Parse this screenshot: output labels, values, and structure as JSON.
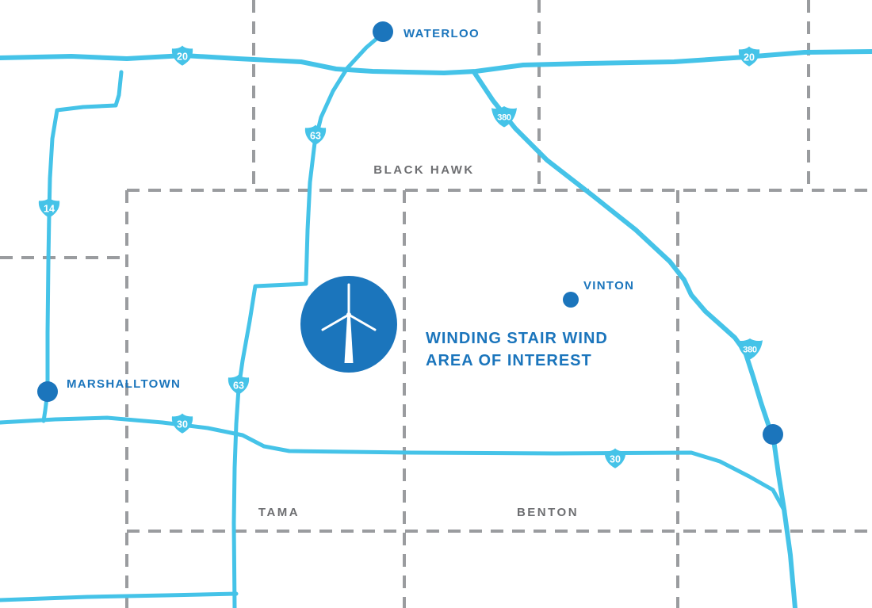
{
  "map": {
    "aoi": {
      "title_line1": "WINDING STAIR WIND",
      "title_line2": "AREA OF INTEREST",
      "marker_icon": "wind-turbine-icon"
    },
    "cities": [
      {
        "label": "WATERLOO"
      },
      {
        "label": "MARSHALLTOWN"
      },
      {
        "label": "VINTON"
      },
      {
        "label": ""
      }
    ],
    "counties": [
      {
        "label": "BLACK HAWK"
      },
      {
        "label": "TAMA"
      },
      {
        "label": "BENTON"
      }
    ],
    "shields": [
      {
        "type": "us-route",
        "label": "20"
      },
      {
        "type": "us-route",
        "label": "20"
      },
      {
        "type": "us-route",
        "label": "63"
      },
      {
        "type": "us-route",
        "label": "63"
      },
      {
        "type": "us-route",
        "label": "14"
      },
      {
        "type": "us-route",
        "label": "30"
      },
      {
        "type": "us-route",
        "label": "30"
      },
      {
        "type": "interstate",
        "label": "380"
      },
      {
        "type": "interstate",
        "label": "380"
      }
    ],
    "colors": {
      "road_cyan": "#45C3E8",
      "primary_blue": "#1B75BC",
      "county_line_gray": "#9A9C9F",
      "county_label_gray": "#6D6E71",
      "background": "#FFFFFF",
      "shield_text": "#FFFFFF",
      "turbine_icon": "#FFFFFF"
    }
  }
}
